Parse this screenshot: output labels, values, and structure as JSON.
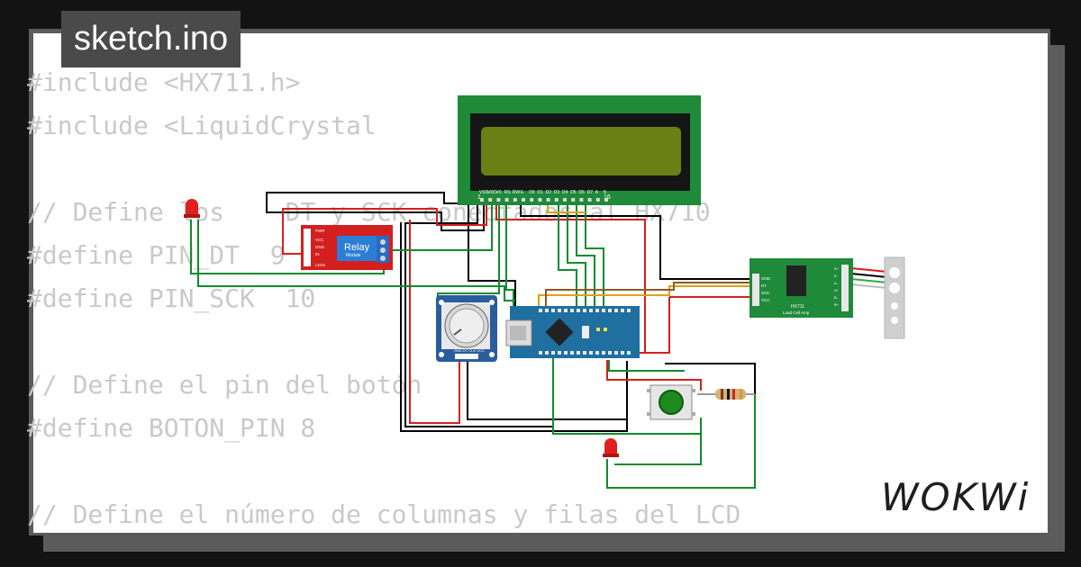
{
  "title": "sketch.ino",
  "code_lines": [
    "#include <HX711.h>",
    "#include <LiquidCrystal",
    "",
    "// Define los    DT y SCK conectados al HX710",
    "#define PIN_DT  9",
    "#define PIN_SCK  10",
    "",
    "// Define el pin del botón",
    "#define BOTON_PIN 8",
    "",
    "// Define el número de columnas y filas del LCD"
  ],
  "relay": {
    "label": "Relay",
    "sublabel": "Module",
    "pins": [
      "PWR",
      "VCC",
      "GND",
      "IN",
      "LED1"
    ]
  },
  "hx711": {
    "label": "HX711",
    "sublabel": "Load Cell Amp",
    "pins_left": [
      "GND",
      "DT",
      "SCK",
      "VCC"
    ],
    "pins_right": [
      "E+",
      "E-",
      "A-",
      "A+",
      "B-",
      "B+"
    ]
  },
  "lcd": {
    "pin_labels": [
      "VSS",
      "VDD",
      "V0",
      "RS",
      "RW",
      "E",
      "D0",
      "D1",
      "D2",
      "D3",
      "D4",
      "D5",
      "D6",
      "D7",
      "A",
      "K"
    ],
    "pin_first": "1",
    "pin_last": "16"
  },
  "encoder": {
    "pins": "GND  DT  CLK  VCC"
  },
  "logo": "WOKWi",
  "colors": {
    "pcb_green": "#1e8a3a",
    "relay_red": "#d41f1f",
    "lcd_screen": "#6b7f14",
    "nano_blue": "#1f6fa0",
    "encoder_blue": "#2a5d9c"
  }
}
